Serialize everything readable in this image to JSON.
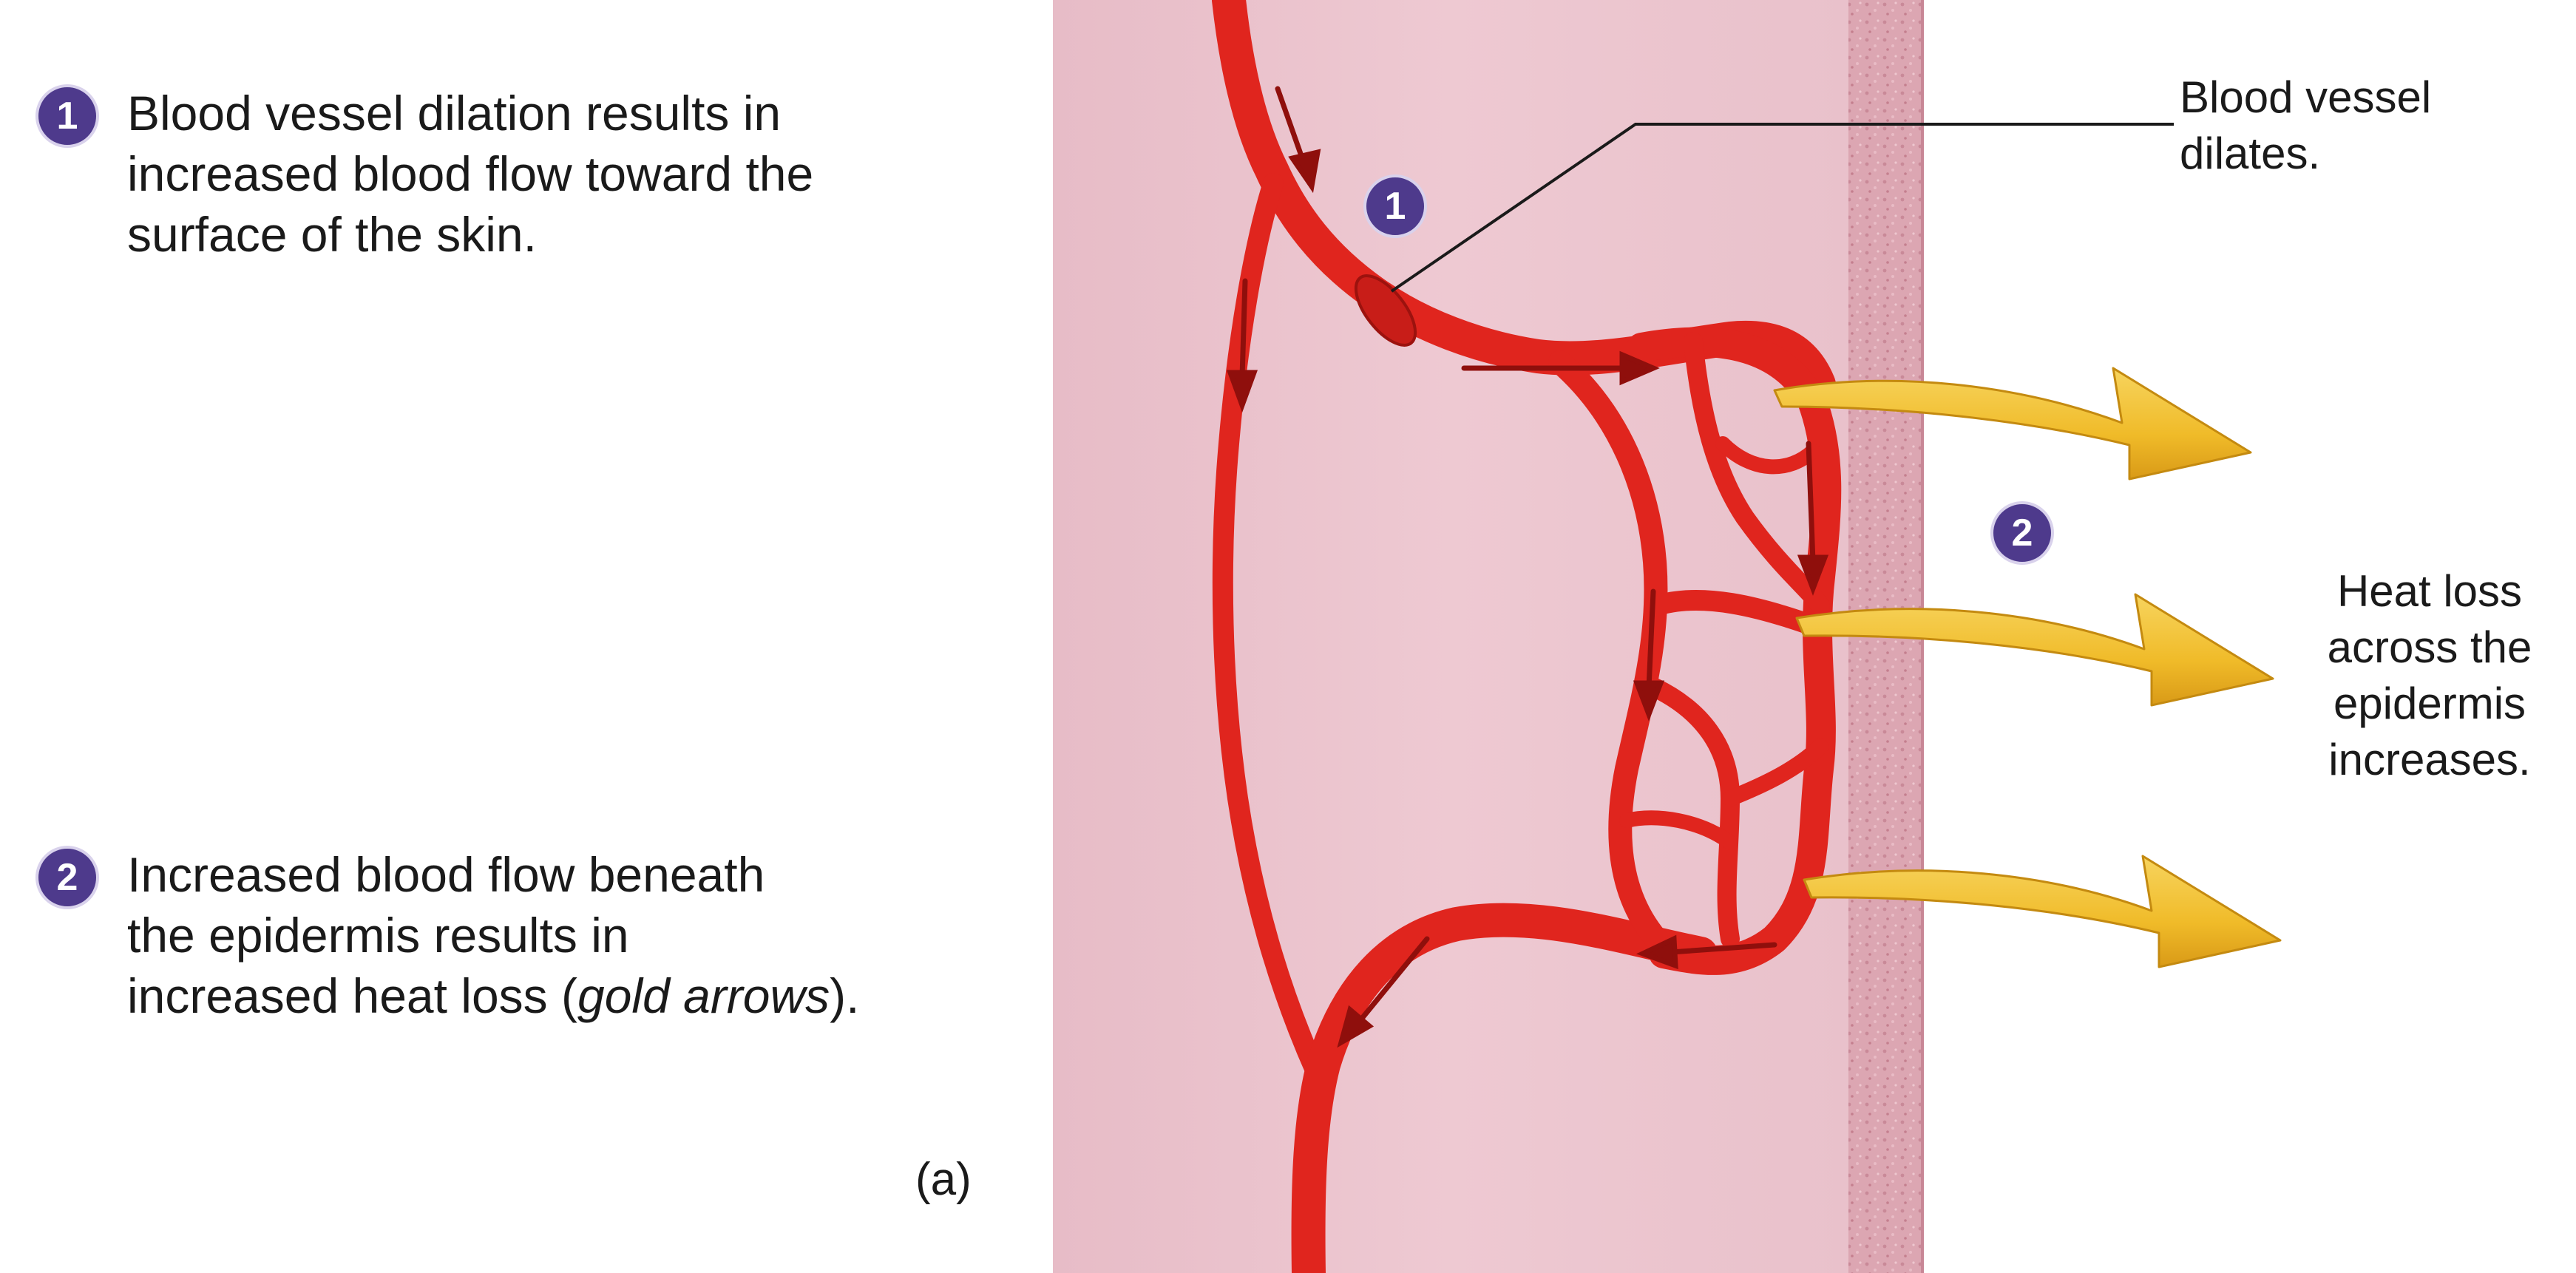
{
  "steps": [
    {
      "number": "1",
      "text": "Blood vessel dilation results in\nincreased blood flow toward the\nsurface of the skin."
    },
    {
      "number": "2",
      "text_before": "Increased blood flow beneath\nthe epidermis results in\nincreased heat loss (",
      "text_italic": "gold arrows",
      "text_after": ")."
    }
  ],
  "figure": {
    "badge_1": "1",
    "badge_2": "2",
    "callout_dilates": "Blood vessel\ndilates.",
    "callout_heat_loss": "Heat loss\nacross the\nepidermis\nincreases.",
    "panel_label": "(a)"
  },
  "colors": {
    "dermis": "#eac3cd",
    "epidermis": "#d9a0ad",
    "vessel": "#e0251e",
    "vessel_dark": "#8f0f0c",
    "heat_arrow": "#f2c12e",
    "badge": "#4e3a8c"
  }
}
